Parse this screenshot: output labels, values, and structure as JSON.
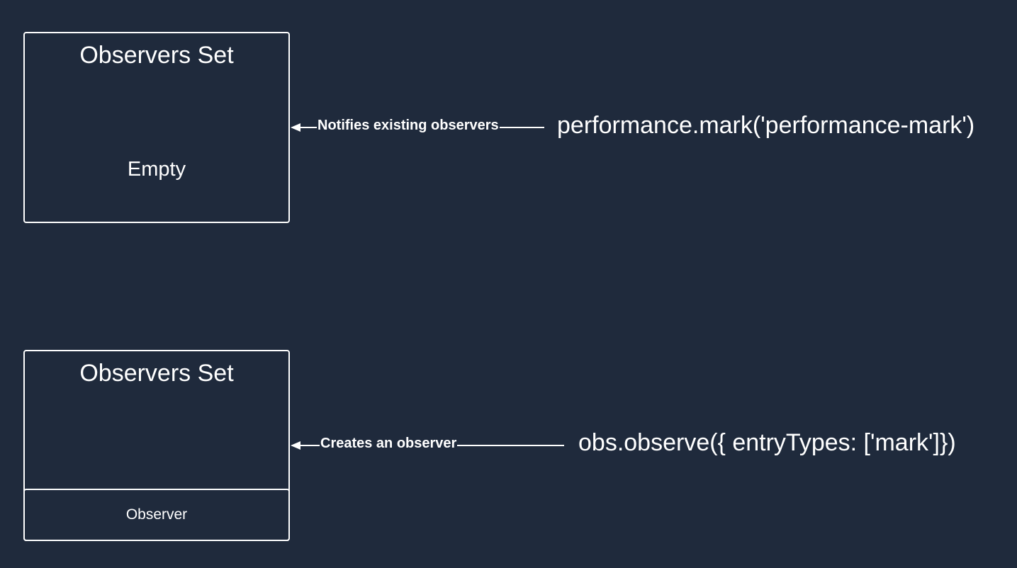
{
  "diagram": {
    "top_set": {
      "title": "Observers Set",
      "content": "Empty"
    },
    "bottom_set": {
      "title": "Observers Set",
      "observer_label": "Observer"
    },
    "edges": {
      "notify_label": "Notifies existing observers",
      "create_label": "Creates an observer"
    },
    "code": {
      "mark_call": "performance.mark('performance-mark')",
      "observe_call": "obs.observe({ entryTypes: ['mark']})"
    },
    "colors": {
      "background": "#1f2a3c",
      "foreground": "#ffffff"
    }
  }
}
